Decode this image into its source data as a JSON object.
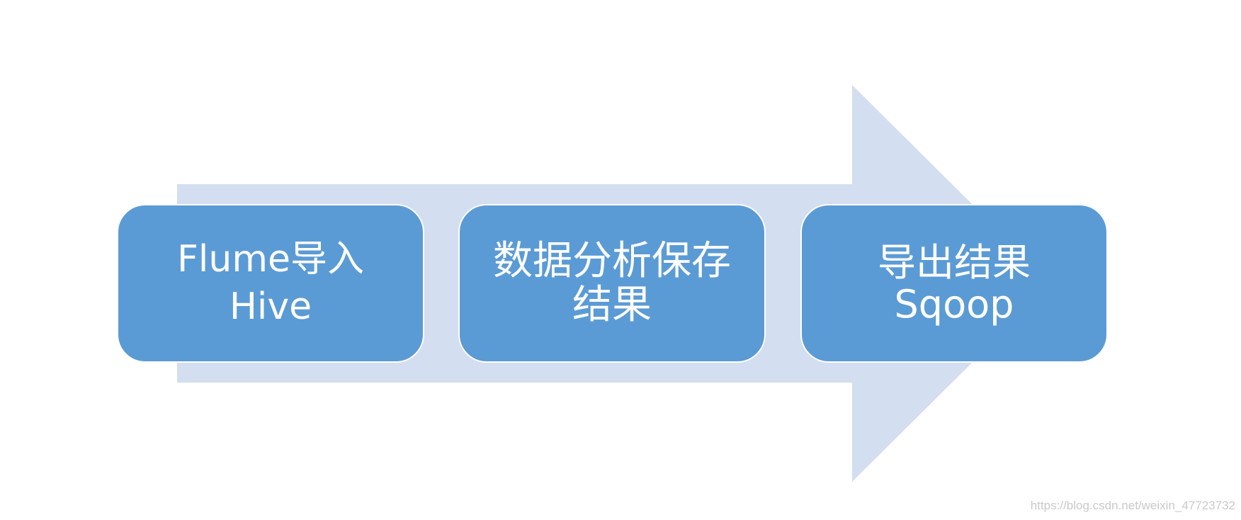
{
  "colors": {
    "arrow": "#d3def0",
    "box": "#5b9bd5",
    "box_border": "#ffffff",
    "text": "#ffffff"
  },
  "steps": [
    {
      "line1": "Flume导入",
      "line2": "Hive"
    },
    {
      "line1": "数据分析保存",
      "line2": "结果"
    },
    {
      "line1": "导出结果",
      "line2": "Sqoop"
    }
  ],
  "watermark": "https://blog.csdn.net/weixin_47723732"
}
